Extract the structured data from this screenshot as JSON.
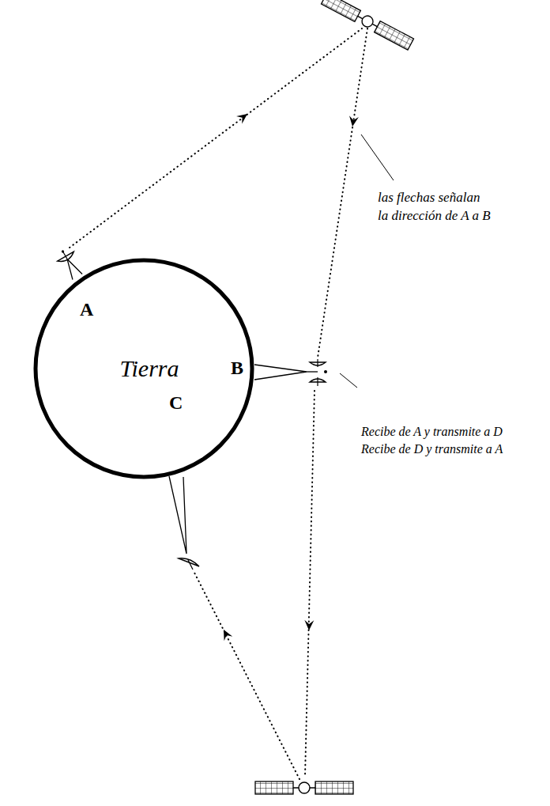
{
  "diagram": {
    "nodes": [
      {
        "text": [
          "Tierra"
        ]
      }
    ],
    "labels": [
      "A",
      "B",
      "C",
      "las flechas señalan la dirección de A a B",
      "Recibe de A y transmite a D",
      "Recibe de D y transmite a A"
    ]
  }
}
